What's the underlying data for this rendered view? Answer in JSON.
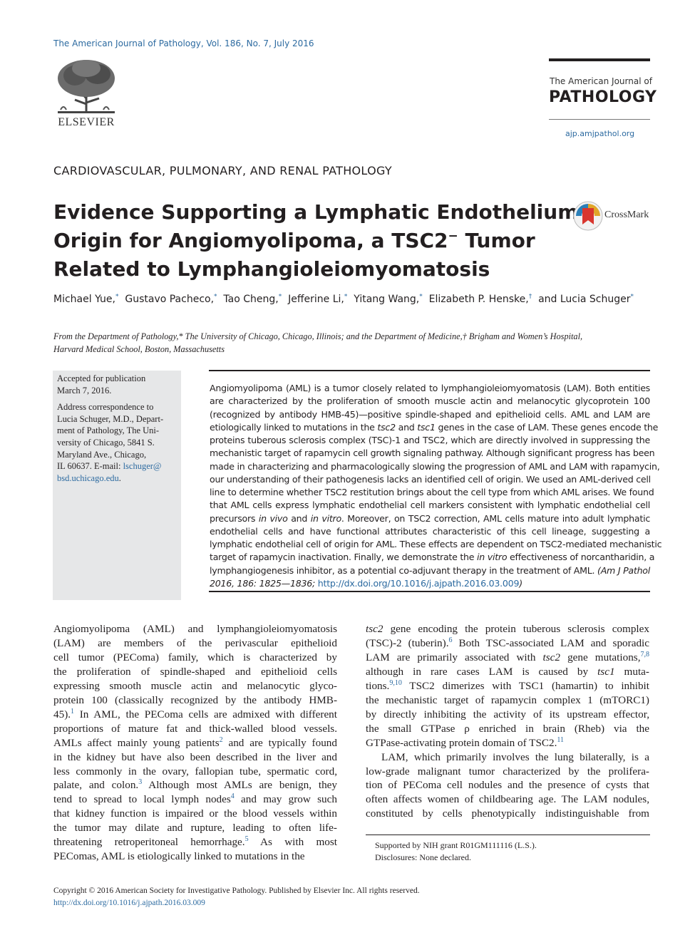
{
  "header": {
    "citation": "The American Journal of Pathology, Vol. 186, No. 7, July 2016",
    "publisher": "ELSEVIER",
    "journal_small": "The American Journal of",
    "journal_big": "PATHOLOGY",
    "journal_url": "ajp.amjpathol.org",
    "crossmark": "CrossMark"
  },
  "article": {
    "section": "CARDIOVASCULAR, PULMONARY, AND RENAL PATHOLOGY",
    "title_lines": [
      "Evidence Supporting a Lymphatic Endothelium",
      "Origin for Angiomyolipoma, a TSC2",
      "Related to Lymphangioleiomyomatosis"
    ],
    "title_sup": "−",
    "title_tail": " Tumor",
    "authors": [
      {
        "name": "Michael Yue,",
        "mark": "*"
      },
      {
        "name": " Gustavo Pacheco,",
        "mark": "*"
      },
      {
        "name": " Tao Cheng,",
        "mark": "*"
      },
      {
        "name": " Jefferine Li,",
        "mark": "*"
      },
      {
        "name": " Yitang Wang,",
        "mark": "*"
      },
      {
        "name": " Elizabeth P. Henske,",
        "mark": "†"
      },
      {
        "name": " and Lucia Schuger",
        "mark": "*"
      }
    ],
    "affiliation_lines": [
      "From the Department of Pathology,* The University of Chicago, Chicago, Illinois; and the Department of Medicine,† Brigham and Women’s Hospital,",
      "Harvard Medical School, Boston, Massachusetts"
    ]
  },
  "sidebar": {
    "accepted_lines": [
      "Accepted for publication",
      "March 7, 2016."
    ],
    "correspondence_lines": [
      "Address correspondence to",
      "Lucia Schuger, M.D., Depart-",
      "ment of Pathology, The Uni-",
      "versity of Chicago, 5841 S.",
      "Maryland Ave., Chicago,",
      "IL 60637. E-mail: "
    ],
    "email_part1": "lschuger@",
    "email_part2": "bsd.uchicago.edu",
    "email_end": "."
  },
  "abstract": {
    "lines": [
      "Angiomyolipoma (AML) is a tumor closely related to lymphangioleiomyomatosis (LAM). Both entities",
      "are characterized by the proliferation of smooth muscle actin and melanocytic glycoprotein 100",
      "(recognized by antibody HMB-45)—positive spindle-shaped and epithelioid cells. AML and LAM are",
      "etiologically linked to mutations in the tsc2 and tsc1 genes in the case of LAM. These genes encode the",
      "proteins tuberous sclerosis complex (TSC)-1 and TSC2, which are directly involved in suppressing the",
      "mechanistic target of rapamycin cell growth signaling pathway. Although significant progress has been",
      "made in characterizing and pharmacologically slowing the progression of AML and LAM with rapamycin,",
      "our understanding of their pathogenesis lacks an identified cell of origin. We used an AML-derived cell",
      "line to determine whether TSC2 restitution brings about the cell type from which AML arises. We found",
      "that AML cells express lymphatic endothelial cell markers consistent with lymphatic endothelial cell",
      "precursors in vivo and in vitro. Moreover, on TSC2 correction, AML cells mature into adult lymphatic",
      "endothelial cells and have functional attributes characteristic of this cell lineage, suggesting a",
      "lymphatic endothelial cell of origin for AML. These effects are dependent on TSC2-mediated mechanistic",
      "target of rapamycin inactivation. Finally, we demonstrate the in vitro effectiveness of norcantharidin, a",
      "lymphangiogenesis inhibitor, as a potential co-adjuvant therapy in the treatment of AML. "
    ],
    "citation": "(Am J Pathol",
    "citation2": "2016, 186: 1825—1836; ",
    "doi": "http://dx.doi.org/10.1016/j.ajpath.2016.03.009",
    "citation_end": ")"
  },
  "body": {
    "left_lines": [
      "Angiomyolipoma (AML) and lymphangioleiomyomatosis",
      "(LAM) are members of the perivascular epithelioid",
      "cell tumor (PEComa) family, which is characterized by",
      "the proliferation of spindle-shaped and epithelioid cells",
      "expressing smooth muscle actin and melanocytic glyco-",
      "protein 100 (classically recognized by the antibody HMB-",
      "45).|1| In AML, the PEComa cells are admixed with different",
      "proportions of mature fat and thick-walled blood vessels.",
      "AMLs affect mainly young patients|2| and are typically found",
      "in the kidney but have also been described in the liver and",
      "less commonly in the ovary, fallopian tube, spermatic cord,",
      "palate, and colon.|3| Although most AMLs are benign, they",
      "tend to spread to local lymph nodes|4| and may grow such",
      "that kidney function is impaired or the blood vessels within",
      "the tumor may dilate and rupture, leading to often life-",
      "threatening retroperitoneal hemorrhage.|5| As with most",
      "PEComas, AML is etiologically linked to mutations in the"
    ],
    "right_lines": [
      "tsc2 gene encoding the protein tuberous sclerosis complex",
      "(TSC)-2 (tuberin).|6| Both TSC-associated LAM and sporadic",
      "LAM are primarily associated with tsc2 gene mutations,|7,8|",
      "although in rare cases LAM is caused by tsc1 muta-",
      "tions.|9,10| TSC2 dimerizes with TSC1 (hamartin) to inhibit",
      "the mechanistic target of rapamycin complex 1 (mTORC1)",
      "by directly inhibiting the activity of its upstream effector,",
      "the small GTPase ρ enriched in brain (Rheb) via the",
      "GTPase-activating protein domain of TSC2.|11|",
      "LAM, which primarily involves the lung bilaterally, is a",
      "low-grade malignant tumor characterized by the prolifera-",
      "tion of PEComa cell nodules and the presence of cysts that",
      "often affects women of childbearing age. The LAM nodules,",
      "constituted by cells phenotypically indistinguishable from"
    ]
  },
  "footnotes": {
    "support": "Supported by NIH grant R01GM111116 (L.S.).",
    "disclosures": "Disclosures: None declared."
  },
  "footer": {
    "copyright": "Copyright © 2016 American Society for Investigative Pathology. Published by Elsevier Inc. All rights reserved.",
    "doi": "http://dx.doi.org/10.1016/j.ajpath.2016.03.009"
  },
  "colors": {
    "link": "#2c6aa0",
    "text": "#231f20",
    "sidebar_bg": "#e6e7e8"
  }
}
